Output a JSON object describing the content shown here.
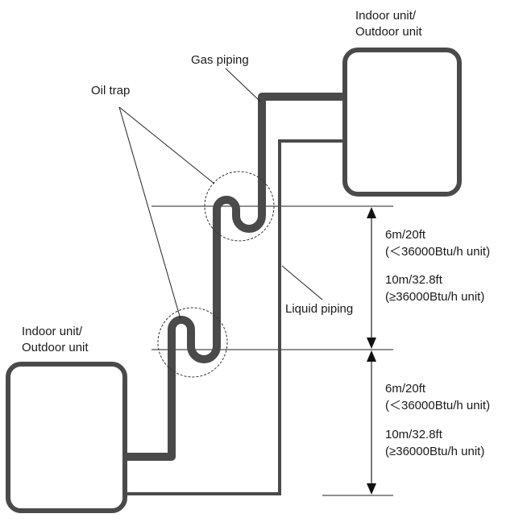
{
  "labels": {
    "upper_unit": [
      "Indoor unit/",
      "Outdoor unit"
    ],
    "lower_unit": [
      "Indoor unit/",
      "Outdoor unit"
    ],
    "gas_piping": "Gas piping",
    "oil_trap": "Oil trap",
    "liquid_piping": "Liquid piping"
  },
  "dimensions": {
    "upper": {
      "line1": "6m/20ft",
      "line2": "(＜36000Btu/h unit)",
      "line3": "10m/32.8ft",
      "line4": "(≥36000Btu/h unit)"
    },
    "lower": {
      "line1": "6m/20ft",
      "line2": "(＜36000Btu/h unit)",
      "line3": "10m/32.8ft",
      "line4": "(≥36000Btu/h unit)"
    }
  },
  "colors": {
    "pipe": "#4a4a4a",
    "line": "#222222"
  }
}
